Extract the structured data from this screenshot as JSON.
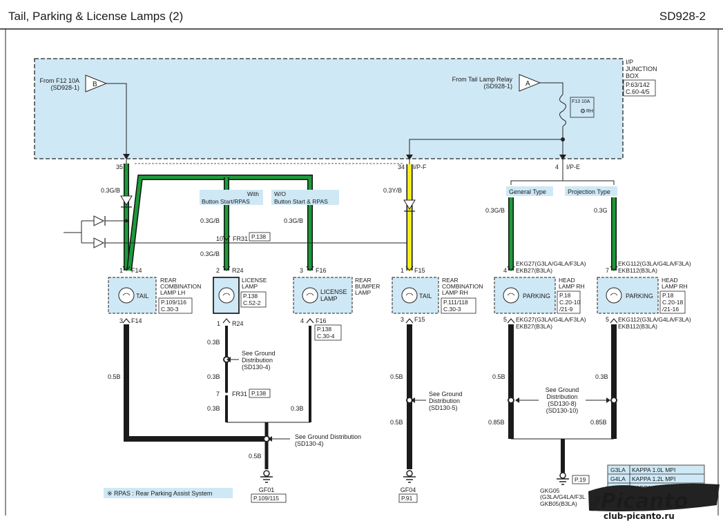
{
  "header": {
    "title": "Tail, Parking & License Lamps (2)",
    "code": "SD928-2"
  },
  "junction_box": {
    "label_lines": [
      "I/P",
      "JUNCTION",
      "BOX"
    ],
    "ref_lines": [
      "P.63/142",
      "C.60-4/5"
    ],
    "source_b_lines": [
      "From F12 10A",
      "(SD928-1)"
    ],
    "source_b_letter": "B",
    "source_a_lines": [
      "From Tail Lamp Relay",
      "(SD928-1)"
    ],
    "source_a_letter": "A",
    "fuse_label": "F13 10A",
    "fuse_rh": "RH"
  },
  "pins": {
    "p35": "35",
    "p34": "34",
    "p34_conn": "I/P-F",
    "p4": "4",
    "p4_conn": "I/P-E"
  },
  "option_labels": {
    "with_lines": [
      "With",
      "Button Start/RPAS"
    ],
    "wo_lines": [
      "W/O",
      "Button Start & RPAS"
    ],
    "general": "General Type",
    "projection": "Projection Type"
  },
  "wires": {
    "g03gb": "0.3G/B",
    "y03yb": "0.3Y/B",
    "g03g": "0.3G",
    "b03b": "0.3B",
    "b05b": "0.5B",
    "b085b": "0.85B"
  },
  "connectors": {
    "fr31": "FR31",
    "fr31_top_pin": "10",
    "fr31_top_ref": "P.138",
    "fr31_bot_pin": "7",
    "fr31_bot_ref": "P.138",
    "p1": "1",
    "p2": "2",
    "p3": "3",
    "p4": "4",
    "p5": "5",
    "p7": "7",
    "f14": "F14",
    "r24": "R24",
    "f16": "F16",
    "f15": "F15",
    "ekg27_lines": [
      "EKG27(G3LA/G4LA/F3LA)",
      "EKB27(B3LA)"
    ],
    "ekg112_lines": [
      "EKG112(G3LA/G4LA/F3LA)",
      "EKB112(B3LA)"
    ]
  },
  "lamps": {
    "rear_lh": {
      "text": "TAIL",
      "name_lines": [
        "REAR",
        "COMBINATION",
        "LAMP LH"
      ],
      "ref_lines": [
        "P.109/116",
        "C.30-3"
      ]
    },
    "license": {
      "name_lines": [
        "LICENSE",
        "LAMP"
      ],
      "ref_lines": [
        "P.138",
        "C.52-2"
      ]
    },
    "bumper": {
      "text_lines": [
        "LICENSE",
        "LAMP"
      ],
      "name_lines": [
        "REAR",
        "BUMPER",
        "LAMP"
      ],
      "ref_lines": [
        "P.138",
        "C.30-4"
      ]
    },
    "rear_rh": {
      "text": "TAIL",
      "name_lines": [
        "REAR",
        "COMBINATION",
        "LAMP RH"
      ],
      "ref_lines": [
        "P.111/118",
        "C.30-3"
      ]
    },
    "head_lh": {
      "text": "PARKING",
      "name_lines": [
        "HEAD",
        "LAMP RH"
      ],
      "ref_lines": [
        "P.18",
        "C.20-10",
        "/21-9"
      ]
    },
    "head_rh": {
      "text": "PARKING",
      "name_lines": [
        "HEAD",
        "LAMP RH"
      ],
      "ref_lines": [
        "P.18",
        "C.20-18",
        "/21-16"
      ]
    }
  },
  "ground_notes": {
    "sd130_4_lines": [
      "See Ground",
      "Distribution",
      "(SD130-4)"
    ],
    "sd130_4b_lines": [
      "See Ground Distribution",
      "(SD130-4)"
    ],
    "sd130_5_lines": [
      "See Ground",
      "Distribution",
      "(SD130-5)"
    ],
    "sd130_8_lines": [
      "See Ground",
      "Distribution",
      "(SD130-8)",
      "(SD130-10)"
    ]
  },
  "grounds": {
    "gf01": "GF01",
    "gf01_ref": "P.109/115",
    "gf04": "GF04",
    "gf04_ref": "P.91",
    "gkg05_lines": [
      "GKG05",
      "(G3LA/G4LA/F3L",
      "GKB05(B3LA)"
    ],
    "gkg05_ref": "P.19"
  },
  "rpas_note": "※ RPAS : Rear Parking Assist System",
  "engine_table": [
    {
      "code": "G3LA",
      "desc": "KAPPA 1.0L MPI"
    },
    {
      "code": "G4LA",
      "desc": "KAPPA 1.2L MPI"
    },
    {
      "code": "",
      "desc": "APPA 1.0L PLUS"
    }
  ],
  "watermark": {
    "club": "club",
    "brand": "Picanto",
    "url": "club-picanto.ru"
  },
  "colors": {
    "box_fill": "#cfe8f5",
    "green_wire": "#1e9a3a",
    "yellow_wire": "#f3ee22",
    "ground_wire": "#1a1a1a"
  }
}
